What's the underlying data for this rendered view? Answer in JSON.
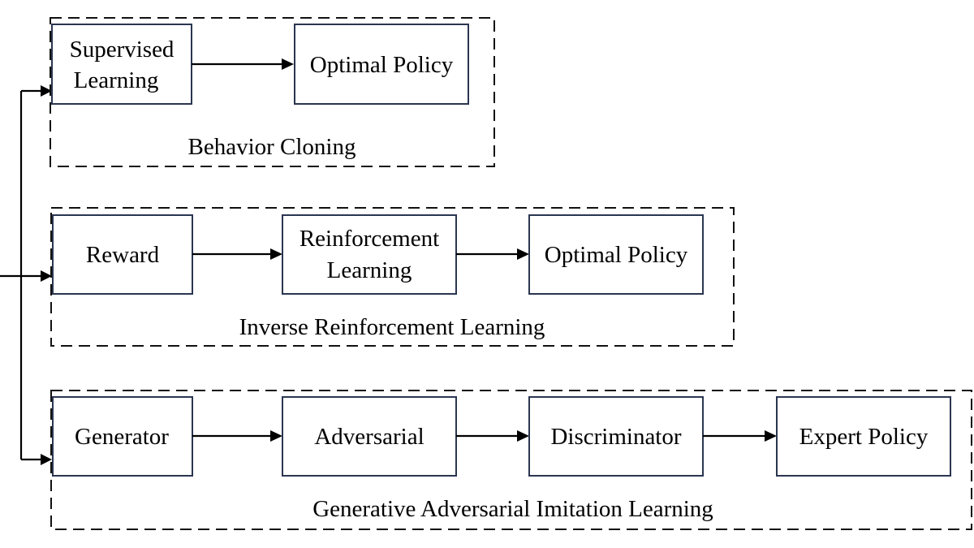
{
  "groups": {
    "behavior_cloning": {
      "caption": "Behavior Cloning",
      "nodes": {
        "supervised_1": "Supervised",
        "supervised_2": "Learning",
        "optimal_policy": "Optimal Policy"
      }
    },
    "inverse_rl": {
      "caption": "Inverse Reinforcement Learning",
      "nodes": {
        "reward": "Reward",
        "reinforcement_1": "Reinforcement",
        "reinforcement_2": "Learning",
        "optimal_policy": "Optimal Policy"
      }
    },
    "gail": {
      "caption": "Generative Adversarial Imitation Learning",
      "nodes": {
        "generator": "Generator",
        "adversarial": "Adversarial",
        "discriminator": "Discriminator",
        "expert_policy": "Expert Policy"
      }
    }
  }
}
